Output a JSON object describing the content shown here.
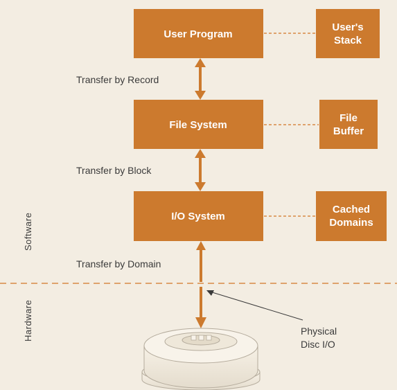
{
  "colors": {
    "background": "#f3ede2",
    "box": "#cc7a2e",
    "arrow": "#cc7a2e",
    "dashed_line": "#d88a44",
    "divider": "#d88a44",
    "text": "#3a3a3a"
  },
  "boxes": {
    "user_program": "User Program",
    "users_stack_line1": "User's",
    "users_stack_line2": "Stack",
    "file_system": "File System",
    "file_buffer_line1": "File",
    "file_buffer_line2": "Buffer",
    "io_system": "I/O System",
    "cached_domains_line1": "Cached",
    "cached_domains_line2": "Domains"
  },
  "transfers": {
    "by_record": "Transfer by Record",
    "by_block": "Transfer by Block",
    "by_domain": "Transfer by Domain"
  },
  "layers": {
    "software": "Software",
    "hardware": "Hardware"
  },
  "callout": {
    "line1": "Physical",
    "line2": "Disc I/O"
  }
}
